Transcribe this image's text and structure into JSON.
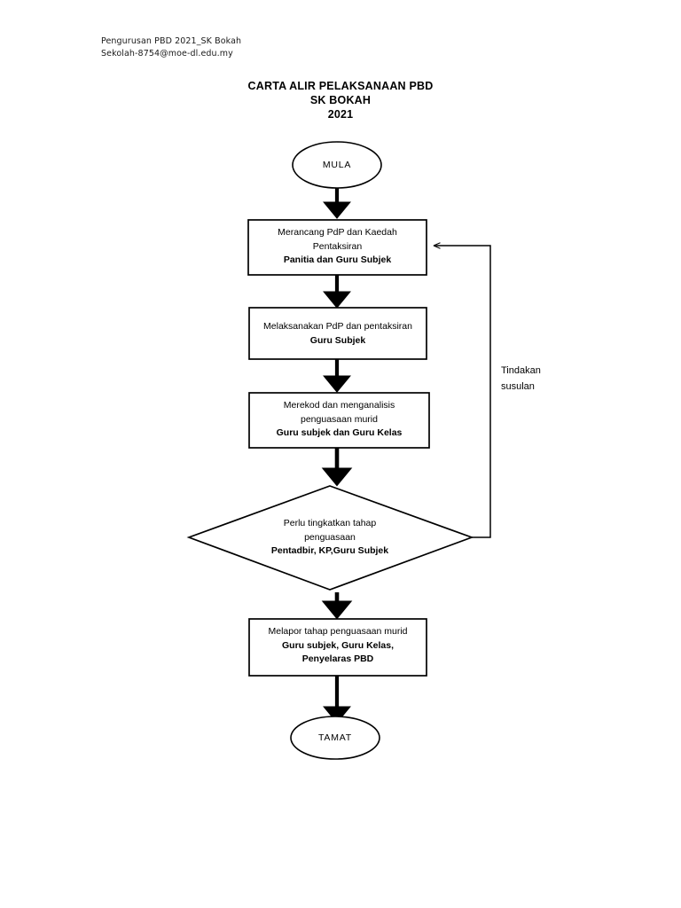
{
  "document": {
    "header_lines": [
      "Pengurusan PBD 2021_SK Bokah",
      "Sekolah-8754@moe-dl.edu.my"
    ]
  },
  "title": {
    "line1": "CARTA ALIR PELAKSANAAN PBD",
    "line2": "SK BOKAH",
    "line3": "2021"
  },
  "colors": {
    "stroke": "#000000",
    "fill": "#ffffff",
    "text": "#000000"
  },
  "flowchart": {
    "type": "flowchart",
    "orientation": "top-to-bottom",
    "nodes": [
      {
        "id": "start",
        "shape": "ellipse",
        "label": "MULA",
        "lines": [
          {
            "text": "MULA",
            "bold": false
          }
        ]
      },
      {
        "id": "plan",
        "shape": "process",
        "lines": [
          {
            "text": "Merancang PdP dan Kaedah",
            "bold": false
          },
          {
            "text": "Pentaksiran",
            "bold": false
          },
          {
            "text": "Panitia dan Guru Subjek",
            "bold": true
          }
        ]
      },
      {
        "id": "implement",
        "shape": "process",
        "lines": [
          {
            "text": "Melaksanakan PdP dan pentaksiran",
            "bold": false
          },
          {
            "text": "Guru Subjek",
            "bold": true
          }
        ]
      },
      {
        "id": "record",
        "shape": "process",
        "lines": [
          {
            "text": "Merekod dan menganalisis",
            "bold": false
          },
          {
            "text": "penguasaan murid",
            "bold": false
          },
          {
            "text": "Guru subjek dan Guru Kelas",
            "bold": true
          }
        ]
      },
      {
        "id": "decision",
        "shape": "decision",
        "lines": [
          {
            "text": "Perlu tingkatkan tahap",
            "bold": false
          },
          {
            "text": "penguasaan",
            "bold": false
          },
          {
            "text": "Pentadbir, KP,Guru Subjek",
            "bold": true
          }
        ]
      },
      {
        "id": "report",
        "shape": "process",
        "lines": [
          {
            "text": "Melapor tahap penguasaan murid",
            "bold": false
          },
          {
            "text": "Guru subjek, Guru Kelas,",
            "bold": true
          },
          {
            "text": "Penyelaras PBD",
            "bold": true
          }
        ]
      },
      {
        "id": "end",
        "shape": "ellipse",
        "label": "TAMAT",
        "lines": [
          {
            "text": "TAMAT",
            "bold": false
          }
        ]
      }
    ],
    "edges": [
      {
        "from": "start",
        "to": "plan",
        "style": "thick-arrow"
      },
      {
        "from": "plan",
        "to": "implement",
        "style": "thick-arrow"
      },
      {
        "from": "implement",
        "to": "record",
        "style": "thick-arrow"
      },
      {
        "from": "record",
        "to": "decision",
        "style": "thick-arrow"
      },
      {
        "from": "decision",
        "to": "report",
        "style": "thick-arrow"
      },
      {
        "from": "report",
        "to": "end",
        "style": "thick-arrow"
      },
      {
        "from": "decision",
        "to": "plan",
        "style": "thin-feedback",
        "label_lines": [
          "Tindakan",
          "susulan"
        ]
      }
    ],
    "feedback_label": {
      "line1": "Tindakan",
      "line2": "susulan"
    }
  }
}
